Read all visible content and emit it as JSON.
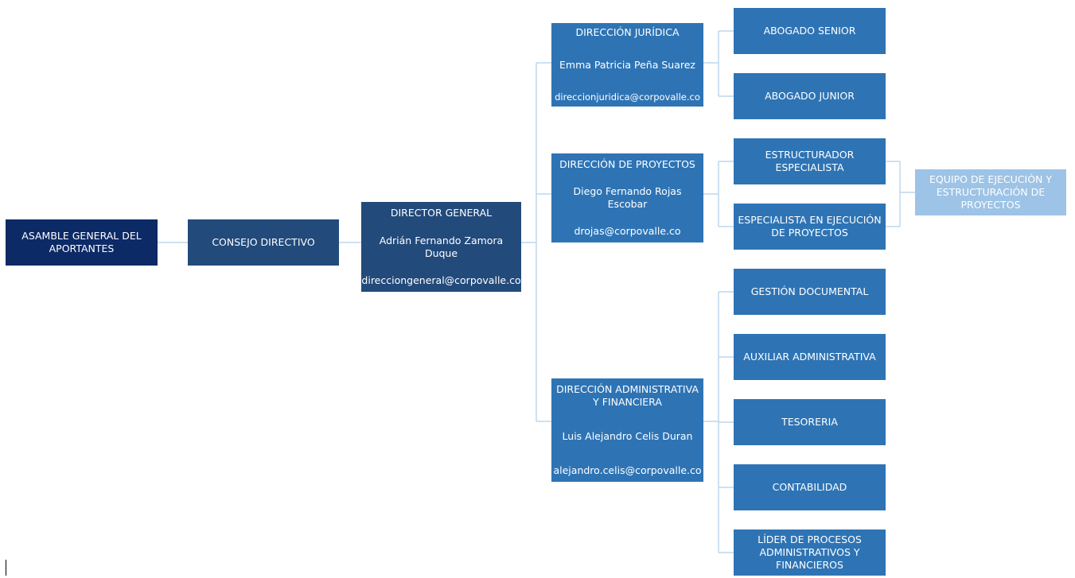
{
  "chart": {
    "asamblea": {
      "line1": "ASAMBLE GENERAL DEL",
      "line2": "APORTANTES"
    },
    "consejo": {
      "title": "CONSEJO DIRECTIVO"
    },
    "director_general": {
      "title": "DIRECTOR GENERAL",
      "name": "Adrián Fernando Zamora Duque",
      "email": "direcciongeneral@corpovalle.co"
    },
    "direccion_juridica": {
      "title": "DIRECCIÓN JURÍDICA",
      "name": "Emma Patricia  Peña Suarez",
      "email": "direccionjuridica@corpovalle.co",
      "children": [
        "ABOGADO SENIOR",
        "ABOGADO JUNIOR"
      ]
    },
    "direccion_proyectos": {
      "title": "DIRECCIÓN DE PROYECTOS",
      "name": "Diego Fernando Rojas Escobar",
      "email": "drojas@corpovalle.co",
      "children": [
        {
          "line1": "ESTRUCTURADOR",
          "line2": "ESPECIALISTA"
        },
        {
          "line1": "ESPECIALISTA EN EJECUCIÓN",
          "line2": "DE PROYECTOS"
        }
      ],
      "team": {
        "line1": "EQUIPO DE EJECUCIÓN Y",
        "line2": "ESTRUCTURACIÓN DE",
        "line3": "PROYECTOS"
      }
    },
    "direccion_administrativa": {
      "title_line1": "DIRECCIÓN ADMINISTRATIVA",
      "title_line2": "Y FINANCIERA",
      "name": "Luis Alejandro Celis Duran",
      "email": "alejandro.celis@corpovalle.co",
      "children": [
        "GESTIÓN DOCUMENTAL",
        "AUXILIAR ADMINISTRATIVA",
        "TESORERIA",
        "CONTABILIDAD",
        {
          "line1": "LÍDER DE PROCESOS",
          "line2": "ADMINISTRATIVOS Y",
          "line3": "FINANCIEROS"
        }
      ]
    },
    "colors": {
      "dark_navy": "#0c2a66",
      "steel_blue": "#224a7b",
      "medium_blue": "#2e74b5",
      "light_blue": "#9dc3e6",
      "connector": "#bdd7ee"
    }
  }
}
